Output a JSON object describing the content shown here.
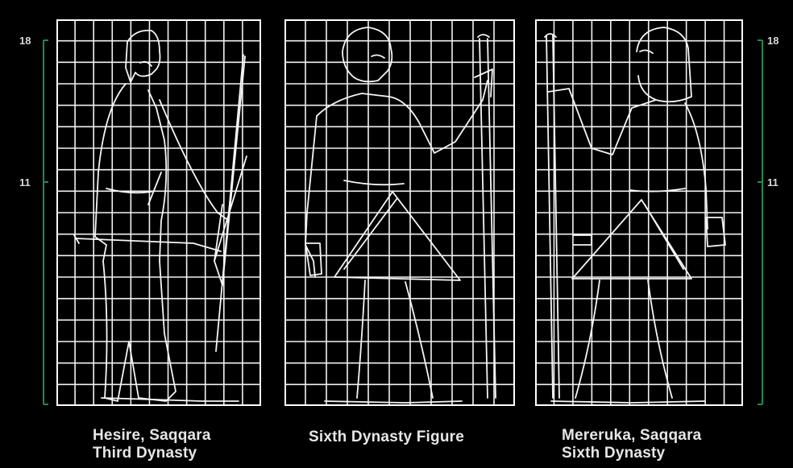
{
  "scale": {
    "top_label": "18",
    "mid_label": "11",
    "color": "#1f8a55"
  },
  "panels": [
    {
      "name": "hesire",
      "caption_line1": "Hesire, Saqqara",
      "caption_line2": "Third Dynasty"
    },
    {
      "name": "sixth-dynasty",
      "caption_line1": "Sixth Dynasty Figure",
      "caption_line2": ""
    },
    {
      "name": "mereruka",
      "caption_line1": "Mereruka, Saqqara",
      "caption_line2": "Sixth Dynasty"
    }
  ],
  "grid": {
    "columns": 11,
    "rows": 18,
    "line_color": "#f2f2f2"
  }
}
